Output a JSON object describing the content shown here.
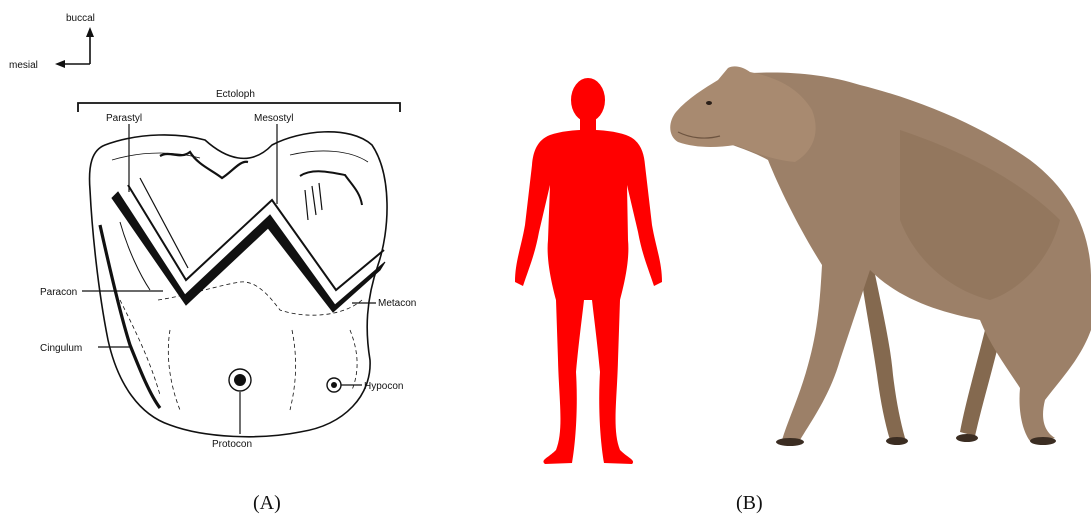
{
  "orientation": {
    "buccal": "buccal",
    "mesial": "mesial"
  },
  "tooth": {
    "ectoloph": "Ectoloph",
    "parastyl": "Parastyl",
    "mesostyl": "Mesostyl",
    "paracon": "Paracon",
    "metacon": "Metacon",
    "cingulum": "Cingulum",
    "hypocon": "Hypocon",
    "protocon": "Protocon"
  },
  "panels": {
    "a": "(A)",
    "b": "(B)"
  },
  "colors": {
    "human": "#ff0000",
    "animal": "#9c8068",
    "ink": "#111111"
  }
}
